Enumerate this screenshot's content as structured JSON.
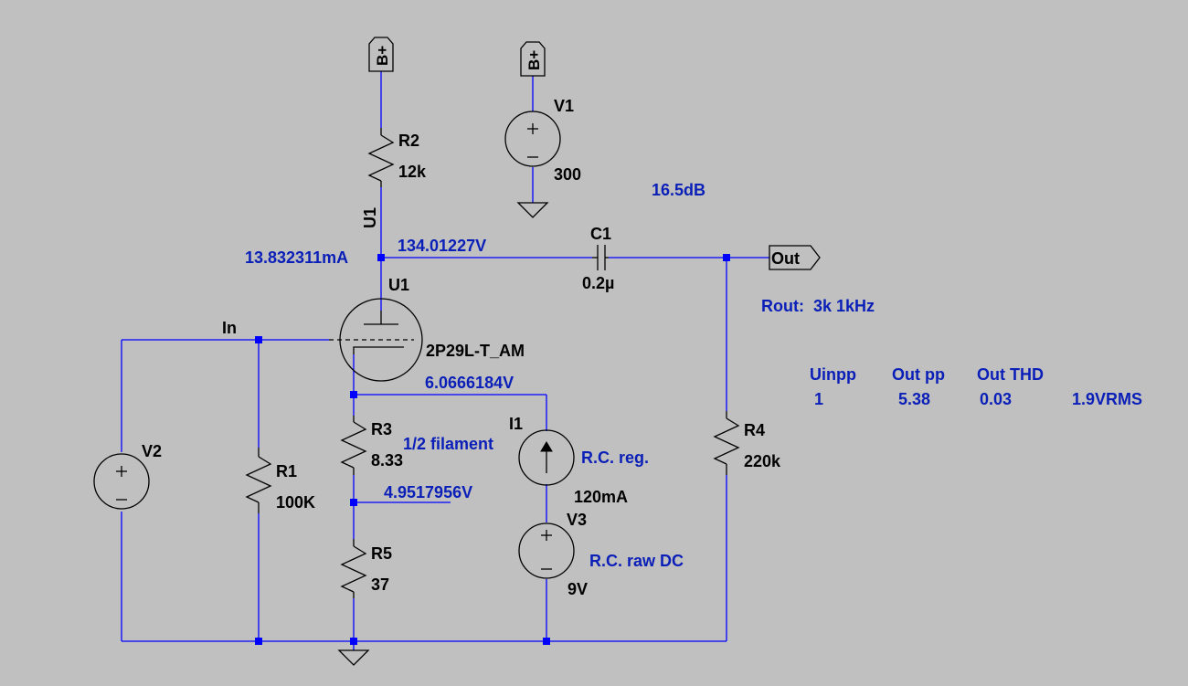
{
  "schematic": {
    "flags": {
      "bplus_1": "B+",
      "bplus_2": "B+",
      "out": "Out"
    },
    "components": {
      "R2": {
        "name": "R2",
        "value": "12k"
      },
      "V1": {
        "name": "V1",
        "value": "300"
      },
      "C1": {
        "name": "C1",
        "value": "0.2µ"
      },
      "U1": {
        "name": "U1",
        "model": "2P29L-T_AM",
        "plate_label": "U1"
      },
      "V2": {
        "name": "V2"
      },
      "R1": {
        "name": "R1",
        "value": "100K"
      },
      "R3": {
        "name": "R3",
        "value": "8.33"
      },
      "R5": {
        "name": "R5",
        "value": "37"
      },
      "I1": {
        "name": "I1",
        "value": "120mA"
      },
      "V3": {
        "name": "V3",
        "value": "9V"
      },
      "R4": {
        "name": "R4",
        "value": "220k"
      }
    },
    "net_labels": {
      "input": "In"
    },
    "annotations": {
      "plate_current": "13.832311mA",
      "plate_voltage": "134.01227V",
      "gain": "16.5dB",
      "rout": "Rout:  3k 1kHz",
      "cathode_voltage": "6.0666184V",
      "filament_note": "1/2 filament",
      "mid_voltage": "4.9517956V",
      "rc_reg": "R.C. reg.",
      "rc_raw": "R.C. raw DC"
    },
    "results_table": {
      "headers": [
        "Uinpp",
        "Out pp",
        "Out THD"
      ],
      "values": [
        "1",
        "5.38",
        "0.03"
      ],
      "extra": "1.9VRMS"
    }
  },
  "colors": {
    "background": "#c0c0c0",
    "wire": "#0000ff",
    "annotation": "#0a1fb8",
    "component": "#000000"
  }
}
